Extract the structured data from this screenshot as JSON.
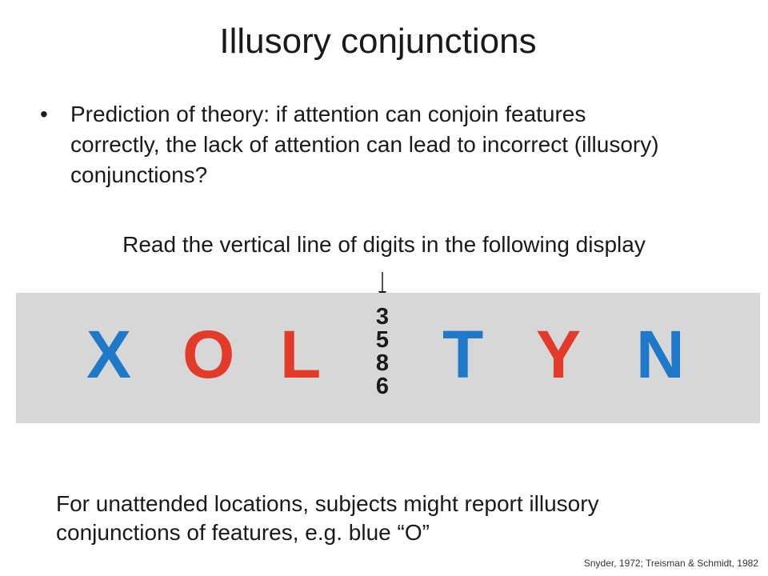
{
  "slide": {
    "title": "Illusory conjunctions",
    "bullet_marker": "•",
    "bullet_text": "Prediction of theory: if attention can conjoin features correctly, the lack of attention can lead to incorrect (illusory) conjunctions?",
    "instruction": "Read the vertical line of digits in the following display",
    "display": {
      "panel_color": "#d7d7d7",
      "letters": [
        {
          "char": "X",
          "color": "#1f78c8"
        },
        {
          "char": "O",
          "color": "#e23b2a"
        },
        {
          "char": "L",
          "color": "#e23b2a"
        },
        {
          "char": "T",
          "color": "#1f78c8"
        },
        {
          "char": "Y",
          "color": "#e23b2a"
        },
        {
          "char": "N",
          "color": "#1f78c8"
        }
      ],
      "digits": [
        "3",
        "5",
        "8",
        "6"
      ]
    },
    "conclusion": "For unattended locations, subjects might report illusory conjunctions of features, e.g. blue “O”",
    "citation": "Snyder, 1972; Treisman  &  Schmidt, 1982"
  }
}
